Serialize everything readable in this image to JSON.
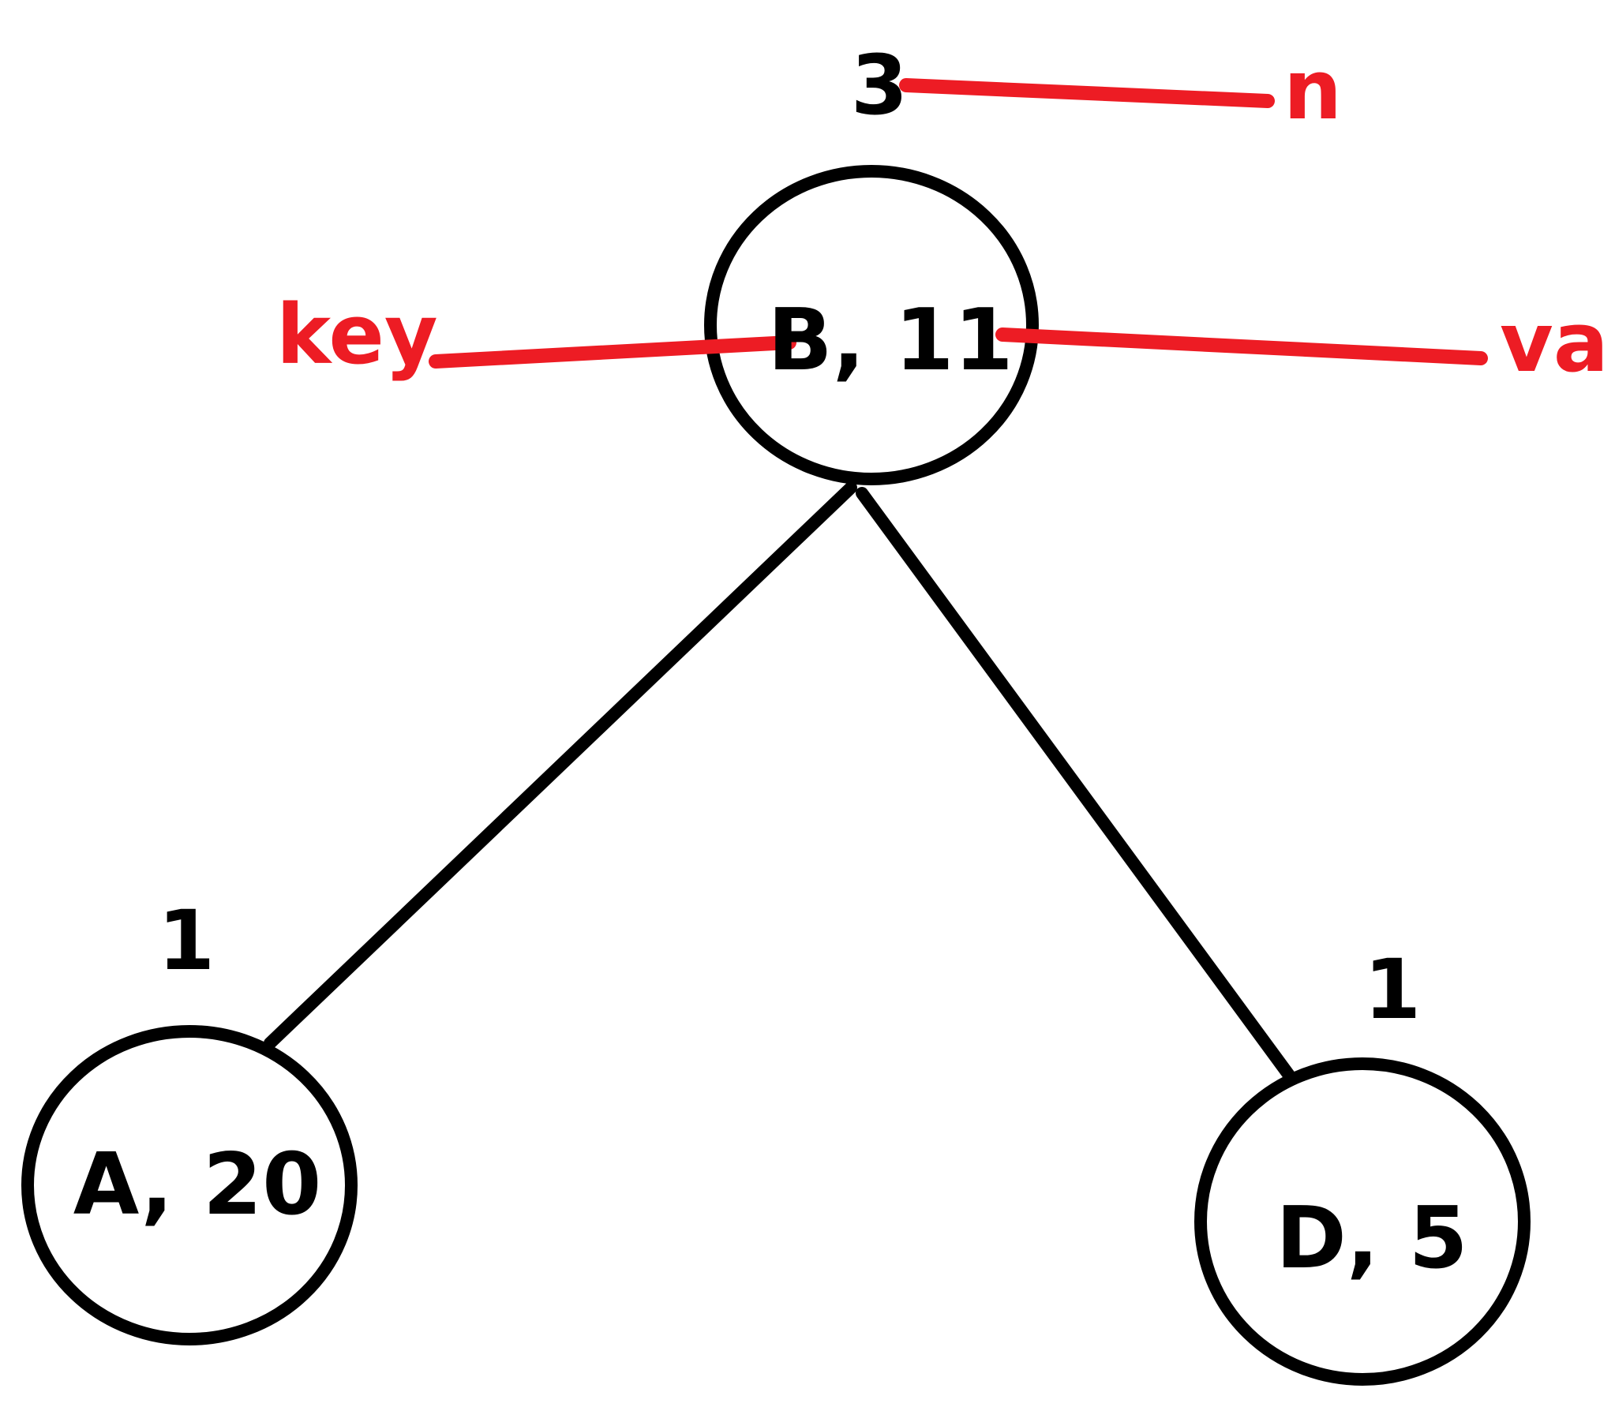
{
  "colors": {
    "ink": "#000000",
    "annotation": "#ed1c24",
    "background": "#ffffff"
  },
  "tree": {
    "root": {
      "label": "B, 11",
      "count": "3"
    },
    "left": {
      "label": "A, 20",
      "count": "1"
    },
    "right": {
      "label": "D, 5",
      "count": "1"
    }
  },
  "annotations": {
    "count_label": "n",
    "key_label": "key",
    "value_label": "val"
  }
}
